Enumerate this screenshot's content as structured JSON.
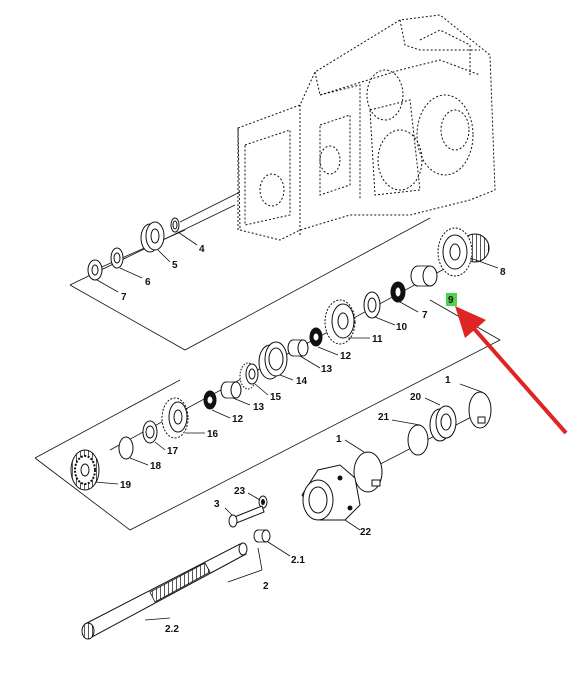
{
  "colors": {
    "background": "#ffffff",
    "ink": "#111111",
    "highlight": "#4cd44c",
    "arrow": "#e02424"
  },
  "labels": {
    "p1_upper": "1",
    "p1_lower": "1",
    "p2": "2",
    "p2_1": "2.1",
    "p2_2": "2.2",
    "p3": "3",
    "p4": "4",
    "p5": "5",
    "p6": "6",
    "p7_left": "7",
    "p7_right": "7",
    "p8": "8",
    "p9": "9",
    "p10": "10",
    "p11": "11",
    "p12_upper": "12",
    "p12_lower": "12",
    "p13_upper": "13",
    "p13_lower": "13",
    "p14": "14",
    "p15": "15",
    "p16": "16",
    "p17": "17",
    "p18": "18",
    "p19": "19",
    "p20": "20",
    "p21": "21",
    "p22": "22",
    "p23": "23"
  }
}
